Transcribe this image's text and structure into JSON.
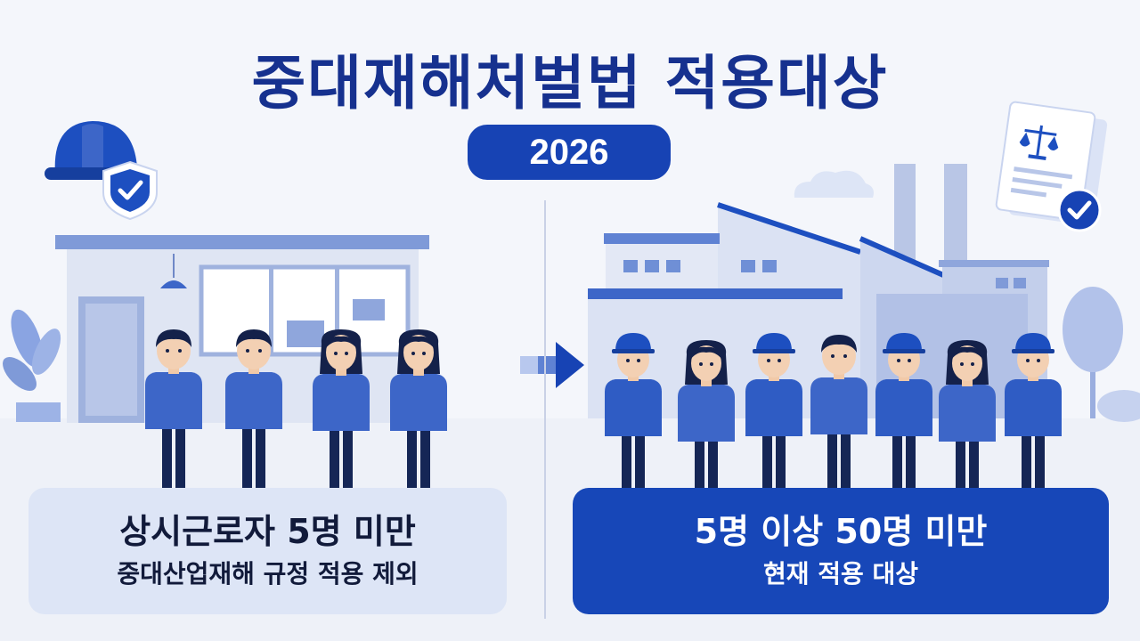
{
  "header": {
    "title": "중대재해처벌법 적용대상",
    "year": "2026"
  },
  "left_panel": {
    "main": "상시근로자 5명 미만",
    "sub": "중대산업재해 규정 적용 제외"
  },
  "right_panel": {
    "main": "5명 이상 50명 미만",
    "sub": "현재 적용 대상"
  },
  "icons": {
    "left_top": "hard-hat-shield-check-icon",
    "right_top": "legal-document-scales-check-icon",
    "arrow": "arrow-right-icon"
  },
  "colors": {
    "title": "#16318f",
    "accent": "#1747b8",
    "light_panel": "#dde5f6",
    "worker_shirt": "#3d66c8",
    "worker_pants": "#152656"
  }
}
